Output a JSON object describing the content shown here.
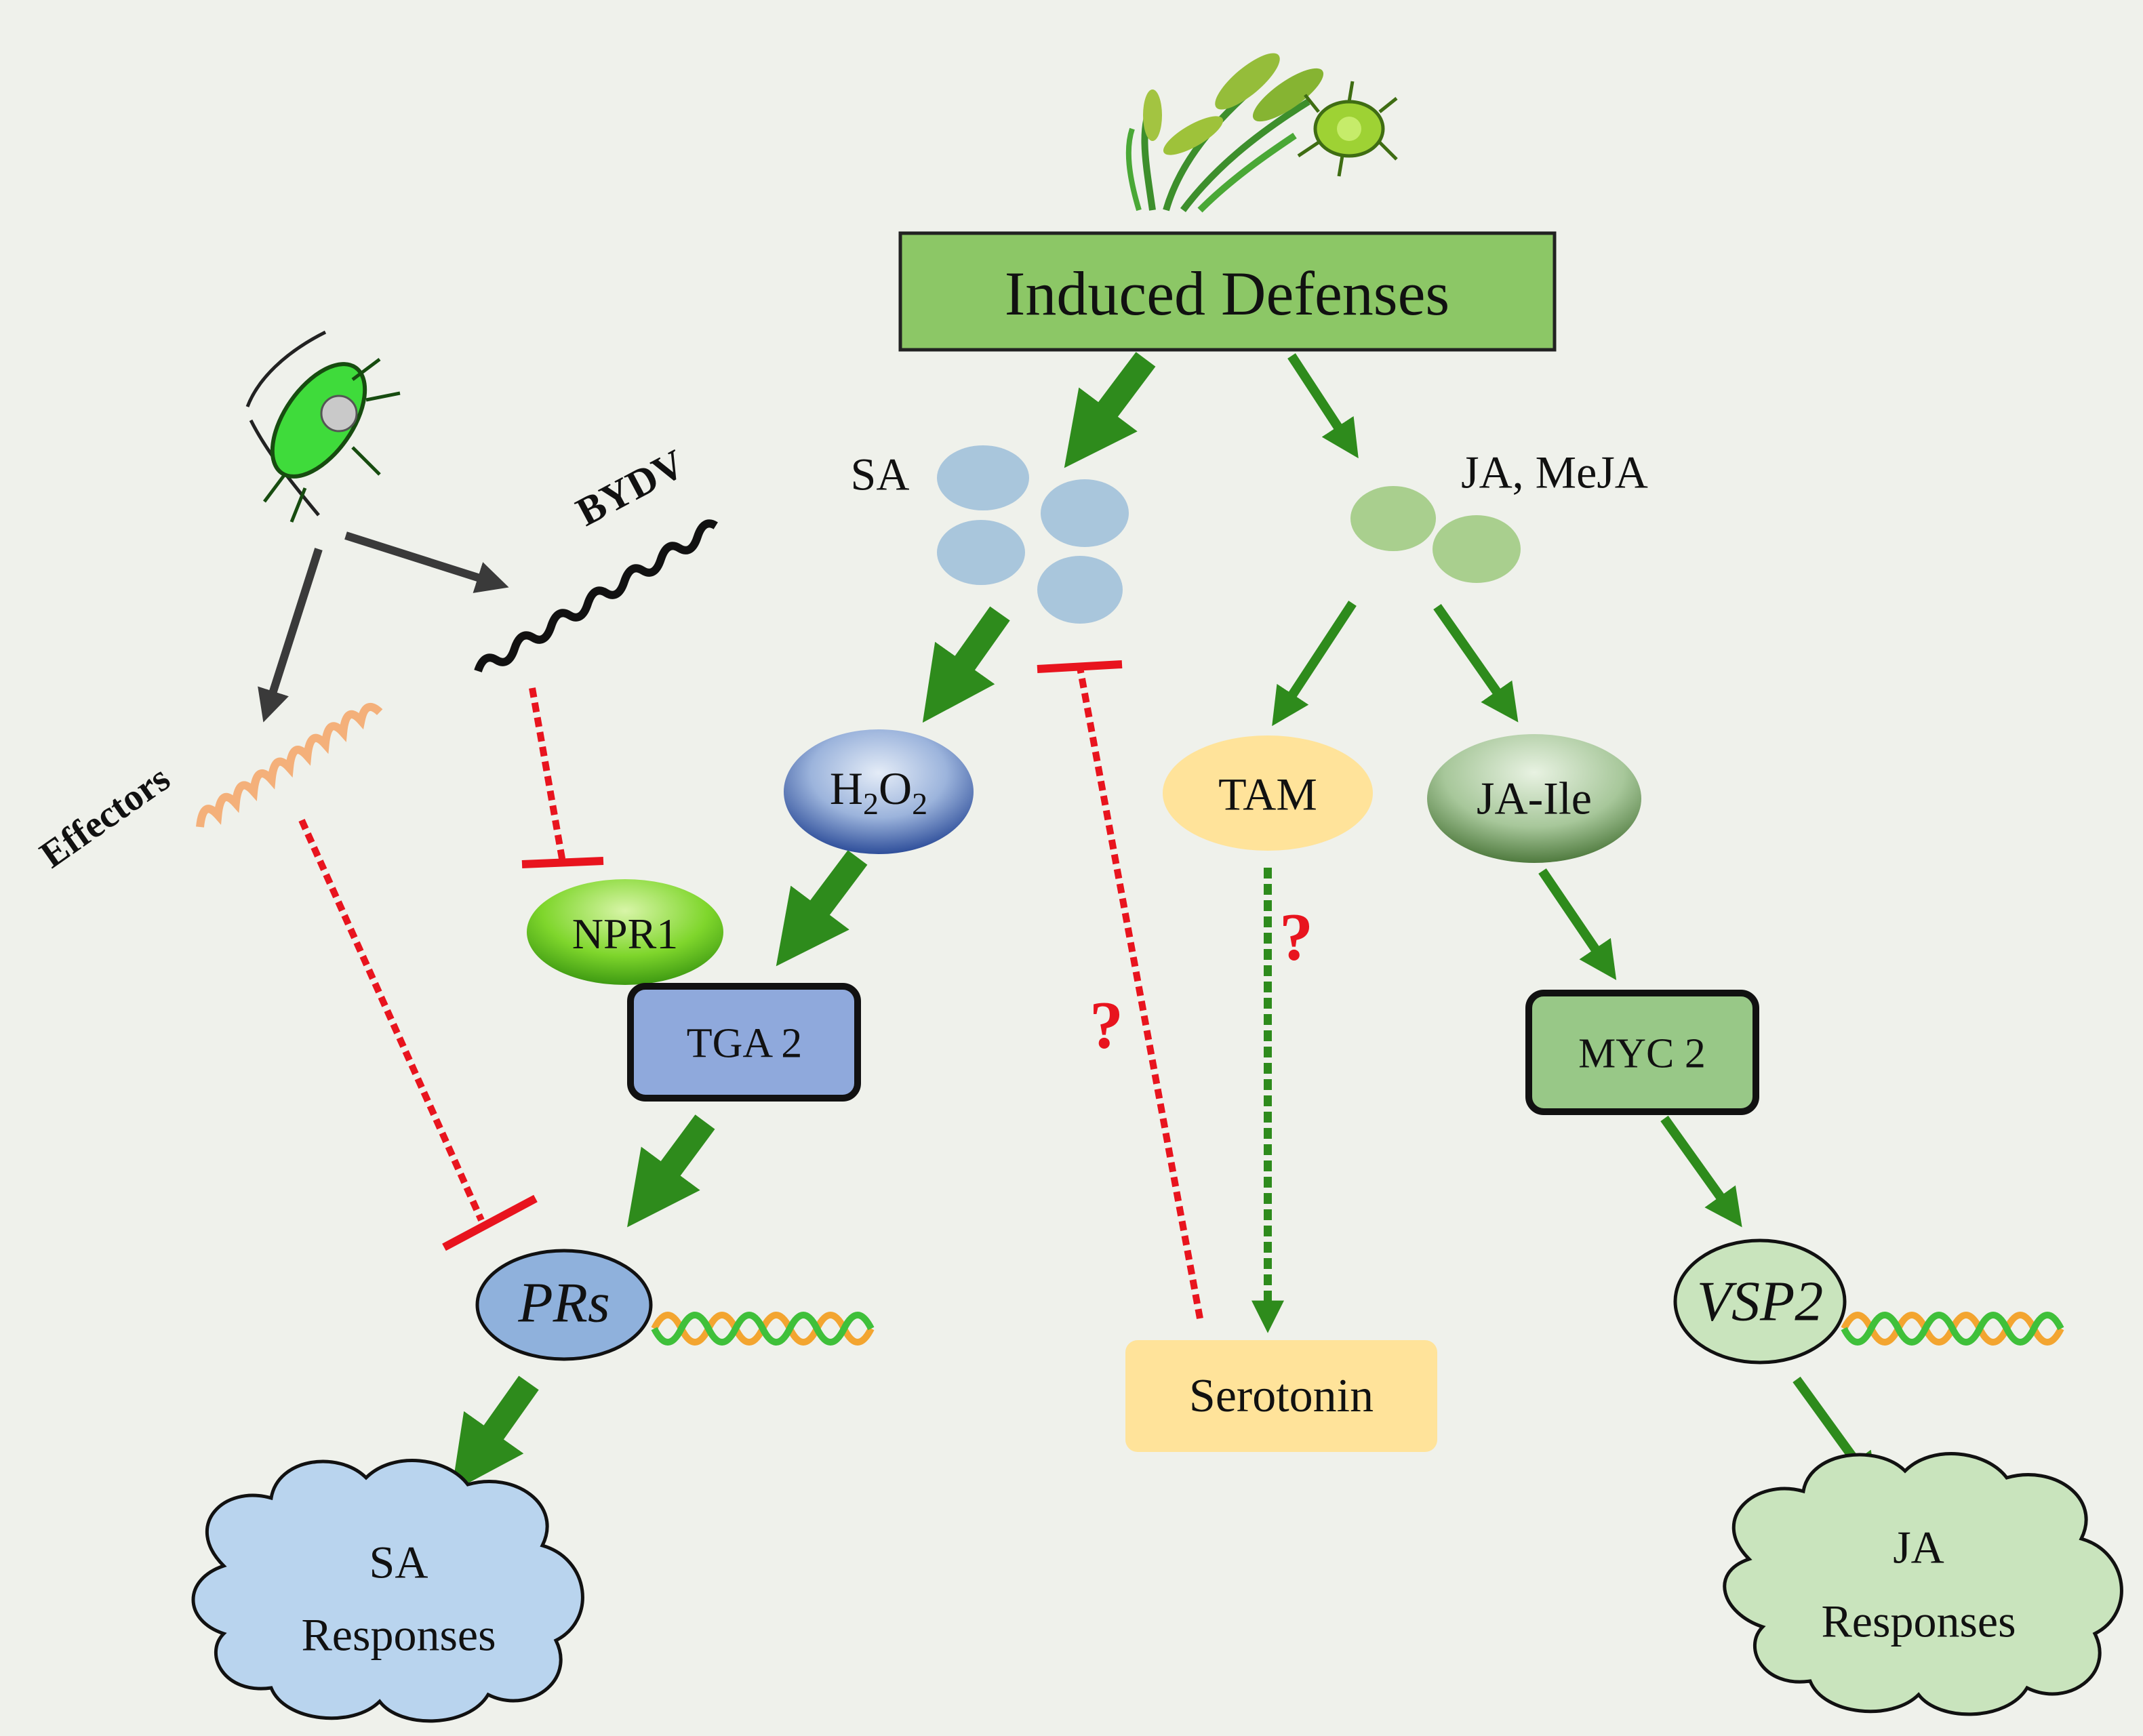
{
  "diagram": {
    "header": "Induced Defenses",
    "sa_label": "SA",
    "ja_label": "JA, MeJA",
    "bydv_label": "BYDV",
    "effectors_label": "Effectors",
    "h2o2": {
      "main": "H",
      "sub1": "2",
      "mid": "O",
      "sub2": "2"
    },
    "npr1_label": "NPR1",
    "tga2_label": "TGA 2",
    "prs_label": "PRs",
    "sa_responses_line1": "SA",
    "sa_responses_line2": "Responses",
    "tam_label": "TAM",
    "serotonin_label": "Serotonin",
    "jaile_label": "JA-Ile",
    "myc2_label": "MYC 2",
    "vsp2_label": "VSP2",
    "ja_responses_line1": "JA",
    "ja_responses_line2": "Responses",
    "question_mark": "?",
    "colors": {
      "background": "#eff1eb",
      "green_arrow": "#2e8b1c",
      "inhibit_red": "#e8141e",
      "header_fill": "#8cc766",
      "sa_blue": "#a9c6dc",
      "ja_green": "#a9cf8e",
      "tam_yellow": "#ffe39a",
      "tga_blue": "#8fa9dc",
      "myc_green": "#98c887"
    }
  }
}
